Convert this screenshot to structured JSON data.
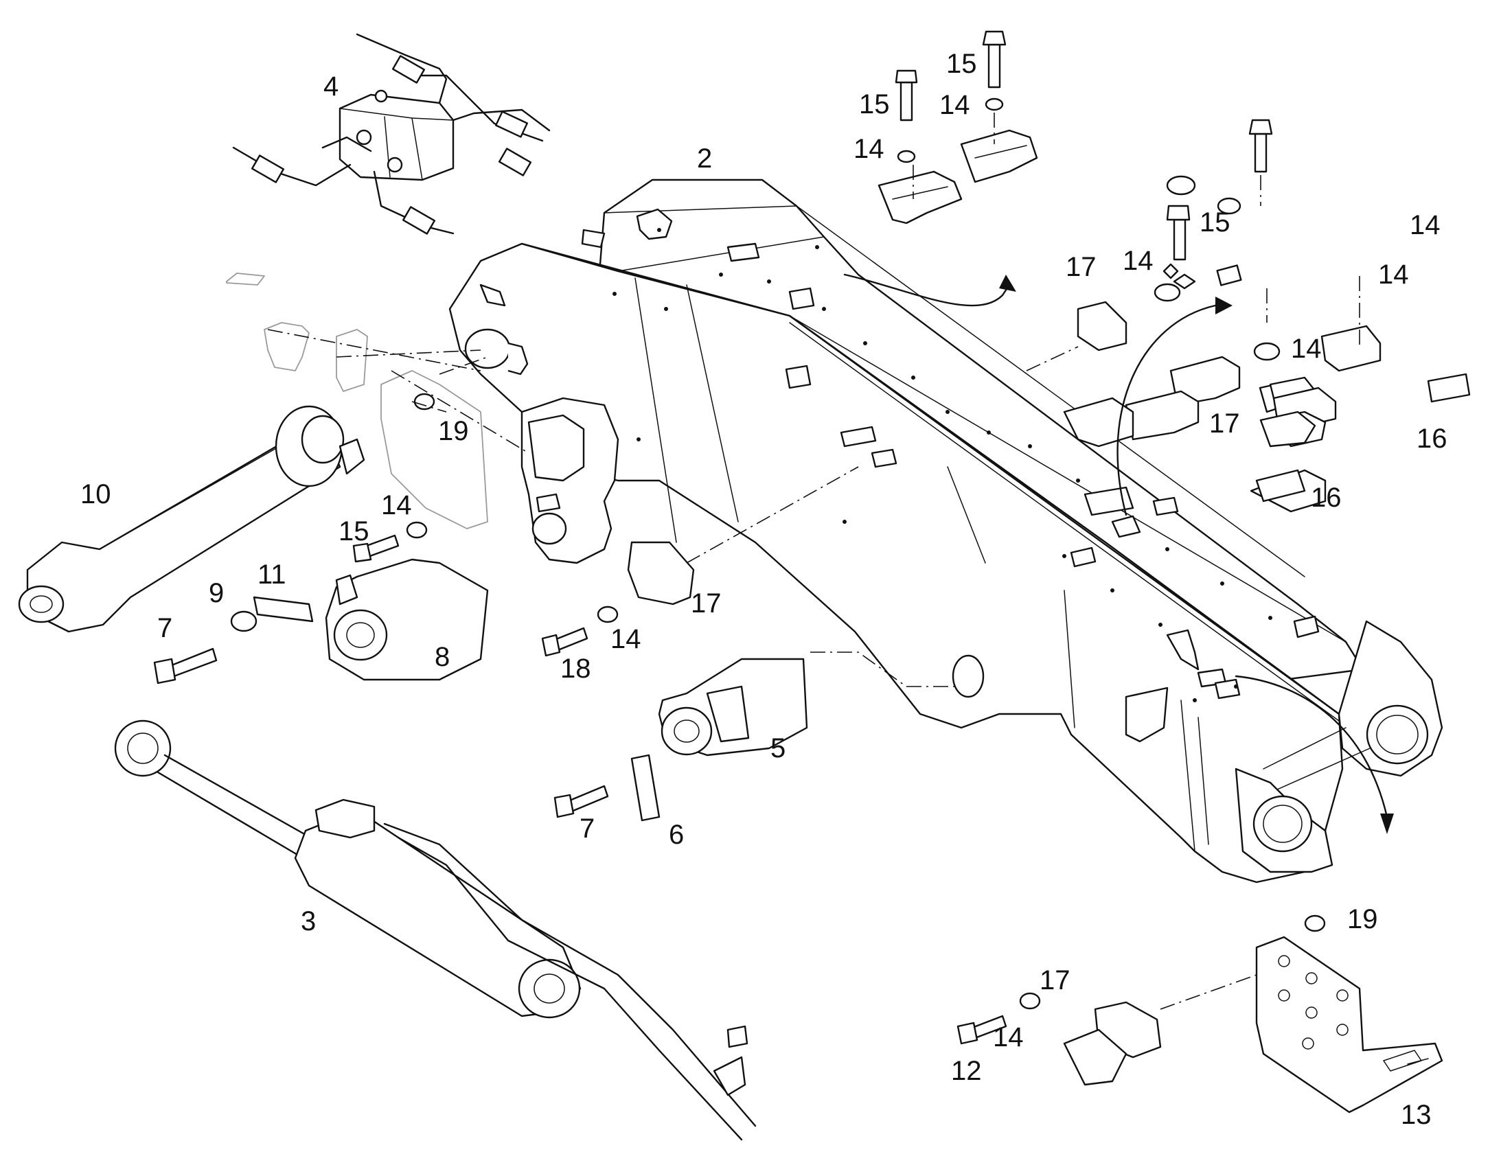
{
  "callouts": [
    {
      "id": "c-4",
      "text": "4"
    },
    {
      "id": "c-2",
      "text": "2"
    },
    {
      "id": "c-15a",
      "text": "15"
    },
    {
      "id": "c-15b",
      "text": "15"
    },
    {
      "id": "c-14a",
      "text": "14"
    },
    {
      "id": "c-14b",
      "text": "14"
    },
    {
      "id": "c-15c",
      "text": "15"
    },
    {
      "id": "c-17a",
      "text": "17"
    },
    {
      "id": "c-14c",
      "text": "14"
    },
    {
      "id": "c-14d",
      "text": "14"
    },
    {
      "id": "c-14e",
      "text": "14"
    },
    {
      "id": "c-14f",
      "text": "14"
    },
    {
      "id": "c-17b",
      "text": "17"
    },
    {
      "id": "c-16a",
      "text": "16"
    },
    {
      "id": "c-16b",
      "text": "16"
    },
    {
      "id": "c-19a",
      "text": "19"
    },
    {
      "id": "c-10",
      "text": "10"
    },
    {
      "id": "c-14g",
      "text": "14"
    },
    {
      "id": "c-15d",
      "text": "15"
    },
    {
      "id": "c-11",
      "text": "11"
    },
    {
      "id": "c-9",
      "text": "9"
    },
    {
      "id": "c-7a",
      "text": "7"
    },
    {
      "id": "c-8",
      "text": "8"
    },
    {
      "id": "c-17c",
      "text": "17"
    },
    {
      "id": "c-14h",
      "text": "14"
    },
    {
      "id": "c-18",
      "text": "18"
    },
    {
      "id": "c-5",
      "text": "5"
    },
    {
      "id": "c-7b",
      "text": "7"
    },
    {
      "id": "c-6",
      "text": "6"
    },
    {
      "id": "c-3",
      "text": "3"
    },
    {
      "id": "c-19b",
      "text": "19"
    },
    {
      "id": "c-17d",
      "text": "17"
    },
    {
      "id": "c-14i",
      "text": "14"
    },
    {
      "id": "c-12",
      "text": "12"
    },
    {
      "id": "c-13",
      "text": "13"
    }
  ]
}
